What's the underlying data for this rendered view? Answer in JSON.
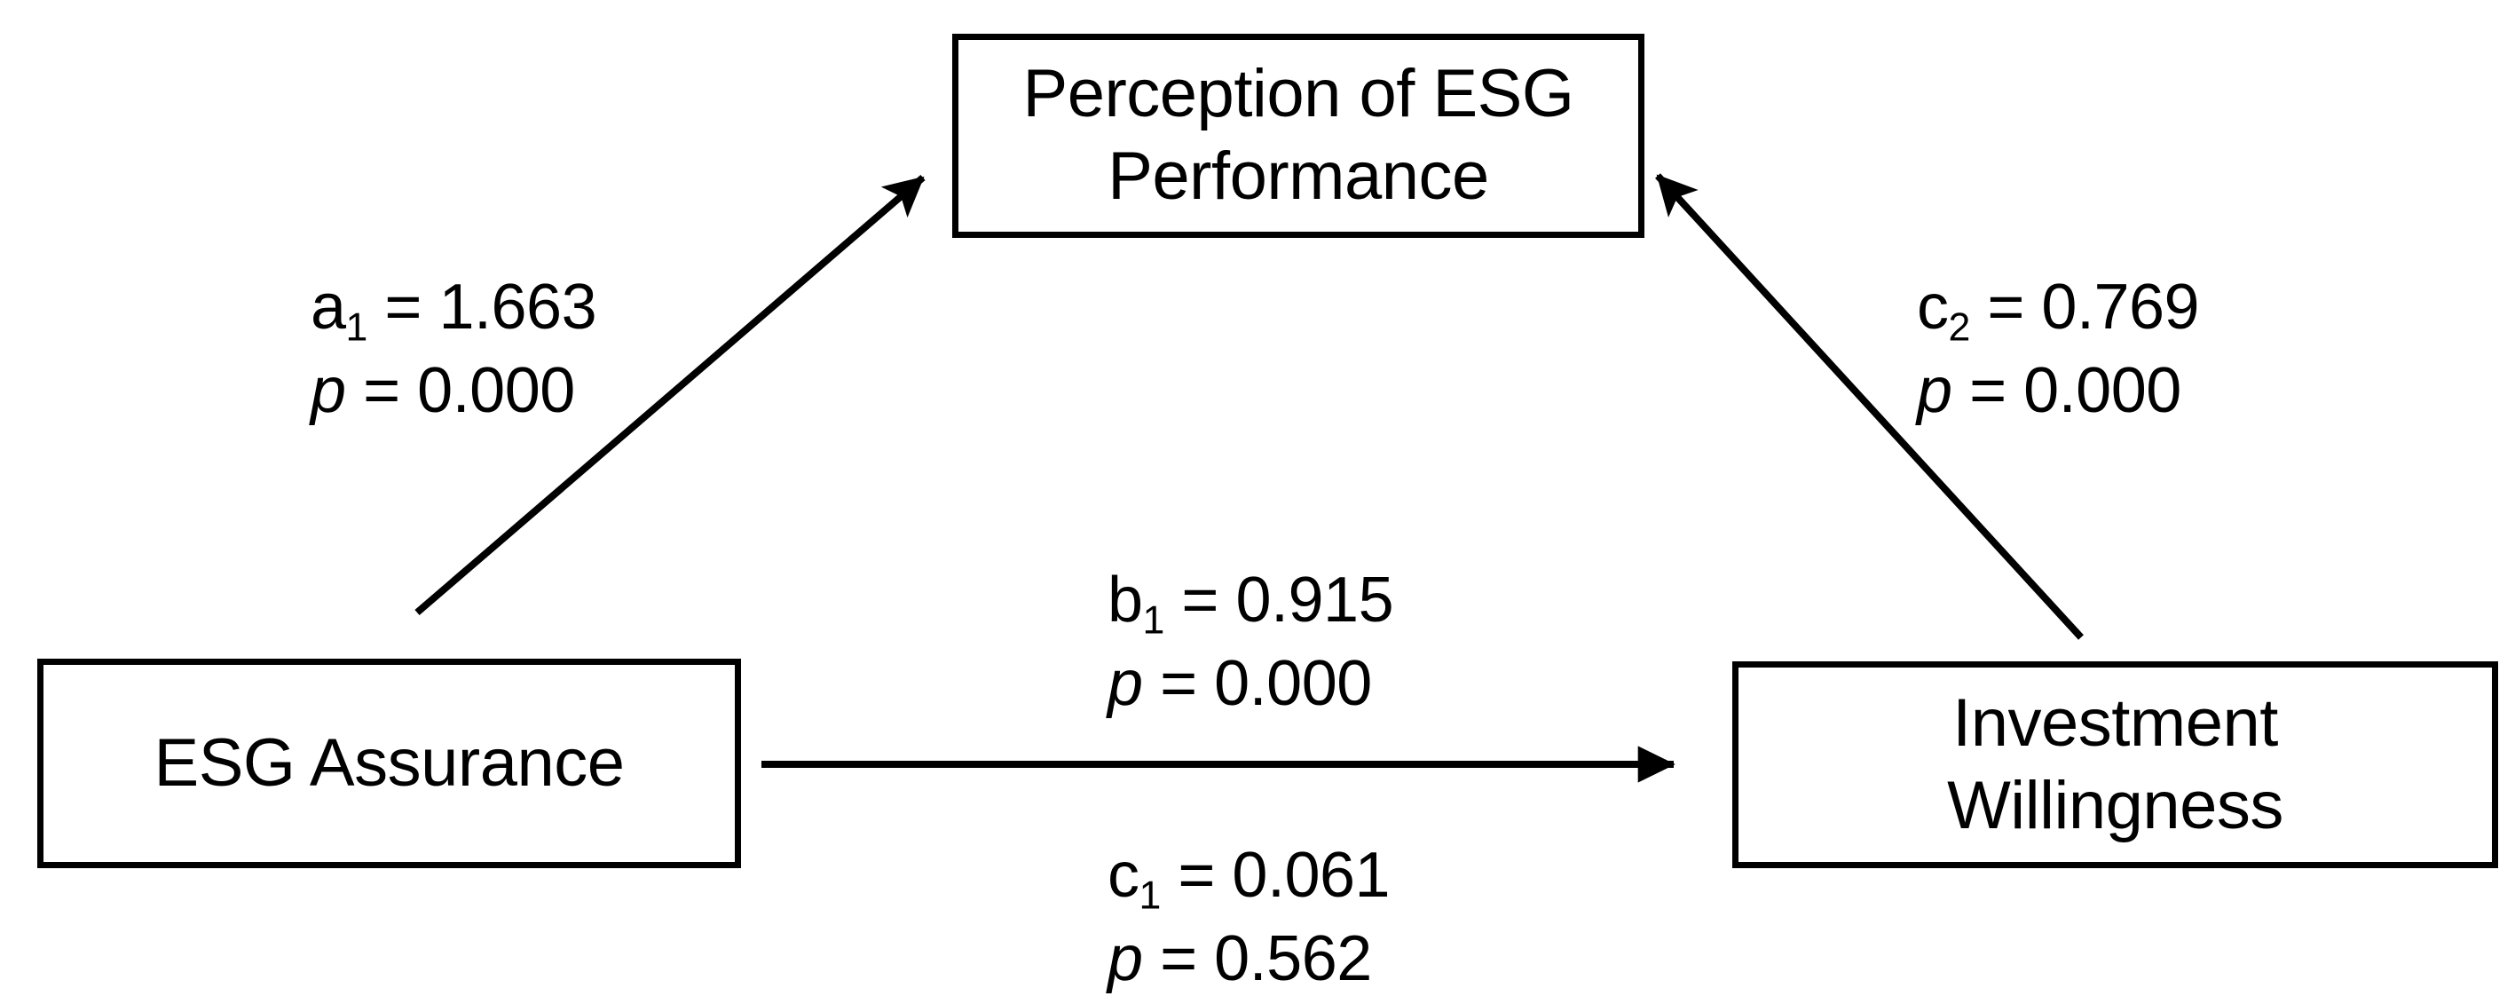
{
  "diagram": {
    "type": "mediation-path-diagram",
    "background_color": "#ffffff",
    "line_color": "#000000",
    "text_color": "#000000"
  },
  "nodes": {
    "mediator": {
      "id": "perception-of-esg-performance",
      "label": "Perception of ESG\nPerformance"
    },
    "predictor": {
      "id": "esg-assurance",
      "label": "ESG Assurance"
    },
    "outcome": {
      "id": "investment-willingness",
      "label": "Investment\nWillingness"
    }
  },
  "paths": [
    {
      "id": "a1",
      "from": "esg-assurance",
      "to": "perception-of-esg-performance",
      "coefficient_symbol": "a",
      "coefficient_subscript": "1",
      "coefficient_value": "1.663",
      "coefficient_text": "= 1.663",
      "p_symbol": "p",
      "p_value": "0.000",
      "p_text": "= 0.000"
    },
    {
      "id": "c2",
      "from": "investment-willingness",
      "to": "perception-of-esg-performance",
      "coefficient_symbol": "c",
      "coefficient_subscript": "2",
      "coefficient_value": "0.769",
      "coefficient_text": "= 0.769",
      "p_symbol": "p",
      "p_value": "0.000",
      "p_text": "= 0.000"
    },
    {
      "id": "b1",
      "from": "esg-assurance",
      "to": "investment-willingness",
      "coefficient_symbol": "b",
      "coefficient_subscript": "1",
      "coefficient_value": "0.915",
      "coefficient_text": "= 0.915",
      "p_symbol": "p",
      "p_value": "0.000",
      "p_text": "= 0.000"
    },
    {
      "id": "c1",
      "from": "esg-assurance",
      "to": "investment-willingness",
      "coefficient_symbol": "c",
      "coefficient_subscript": "1",
      "coefficient_value": "0.061",
      "coefficient_text": "= 0.061",
      "p_symbol": "p",
      "p_value": "0.562",
      "p_text": "= 0.562"
    }
  ]
}
